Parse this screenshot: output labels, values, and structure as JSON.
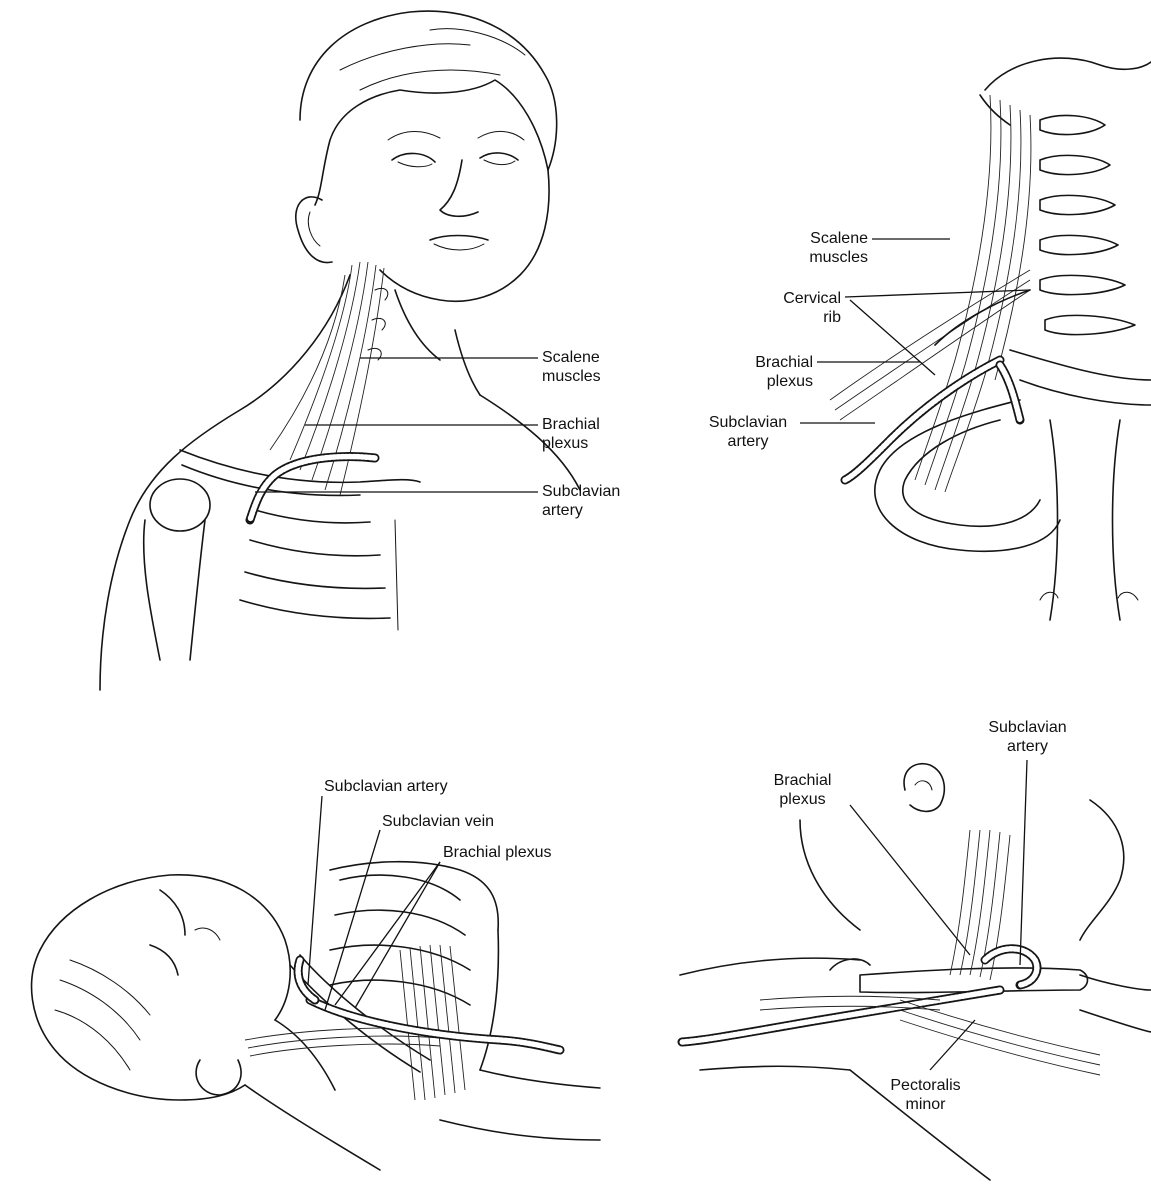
{
  "panels": {
    "top_left": {
      "labels": {
        "scalene": [
          "Scalene",
          "muscles"
        ],
        "brachial": [
          "Brachial",
          "plexus"
        ],
        "subclavian": [
          "Subclavian",
          "artery"
        ]
      }
    },
    "top_right": {
      "labels": {
        "scalene": [
          "Scalene",
          "muscles"
        ],
        "cervical_rib": [
          "Cervical",
          "rib"
        ],
        "brachial": [
          "Brachial",
          "plexus"
        ],
        "subclavian": [
          "Subclavian",
          "artery"
        ]
      }
    },
    "bottom_left": {
      "labels": {
        "subclavian_artery": "Subclavian artery",
        "subclavian_vein": "Subclavian vein",
        "brachial_plexus": "Brachial plexus"
      }
    },
    "bottom_right": {
      "labels": {
        "subclavian": [
          "Subclavian",
          "artery"
        ],
        "brachial": [
          "Brachial",
          "plexus"
        ],
        "pectoralis": [
          "Pectoralis",
          "minor"
        ]
      }
    }
  }
}
